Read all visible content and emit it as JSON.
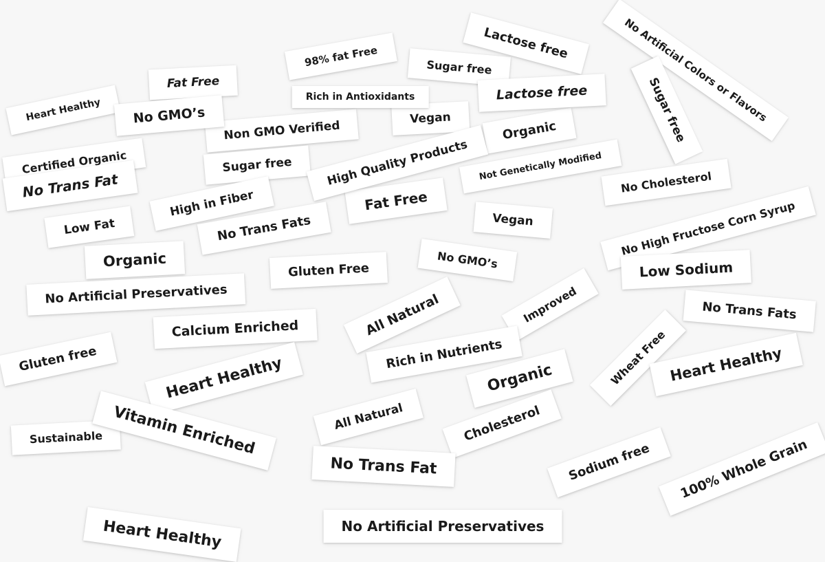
{
  "labels": [
    "Heart Healthy",
    "Fat Free",
    "No GMO’s",
    "98% fat Free",
    "Sugar free",
    "Lactose free",
    "No Artificial Colors or Flavors",
    "Rich in Antioxidants",
    "Lactose free",
    "Sugar free",
    "Vegan",
    "Non GMO Verified",
    "Organic",
    "Certified Organic",
    "Sugar free",
    "High Quality Products",
    "Not Genetically Modified",
    "No Trans Fat",
    "No Cholesterol",
    "Low Fat",
    "High in Fiber",
    "Fat Free",
    "Vegan",
    "No High Fructose Corn Syrup",
    "Organic",
    "No Trans Fats",
    "No GMO’s",
    "Low Sodium",
    "No Artificial Preservatives",
    "Gluten Free",
    "Improved",
    "No Trans Fats",
    "Gluten free",
    "Calcium Enriched",
    "All Natural",
    "Rich in Nutrients",
    "Wheat Free",
    "Heart Healthy",
    "Heart Healthy",
    "Organic",
    "Vitamin Enriched",
    "Sustainable",
    "All Natural",
    "Cholesterol",
    "No Trans Fat",
    "Sodium free",
    "100% Whole Grain",
    "Heart Healthy",
    "No Artificial Preservatives"
  ]
}
